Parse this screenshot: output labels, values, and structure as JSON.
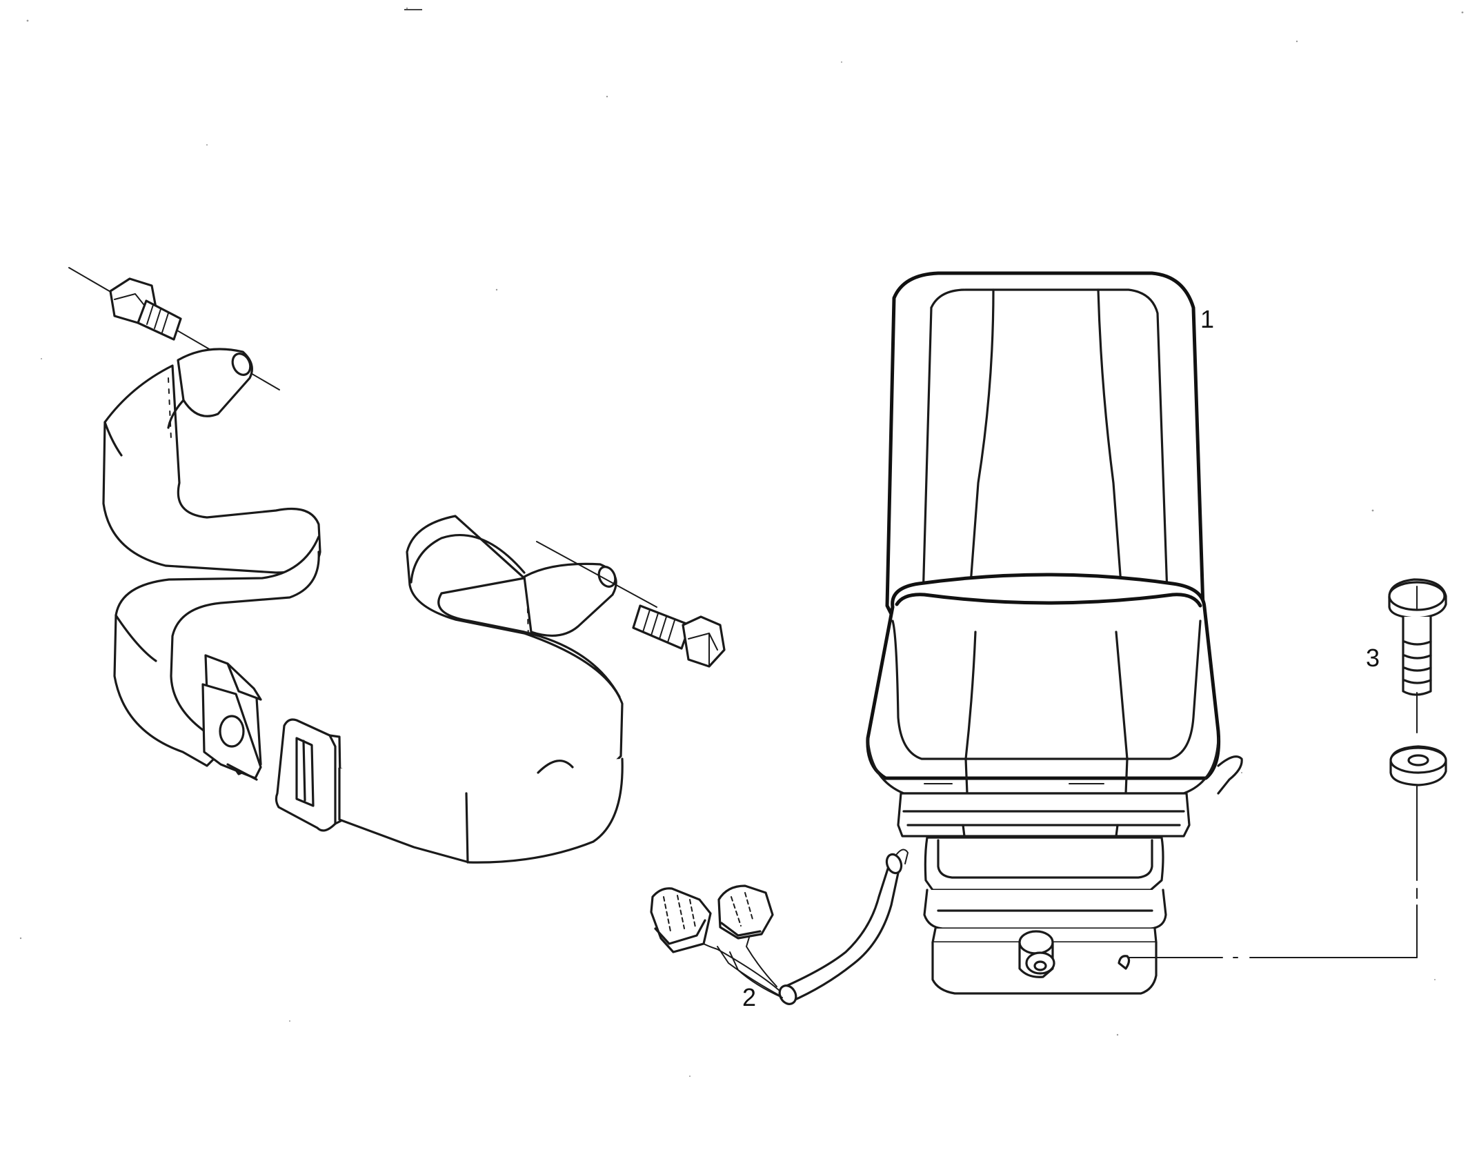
{
  "callouts": {
    "seat": "1",
    "harness": "2",
    "bolt": "3"
  }
}
